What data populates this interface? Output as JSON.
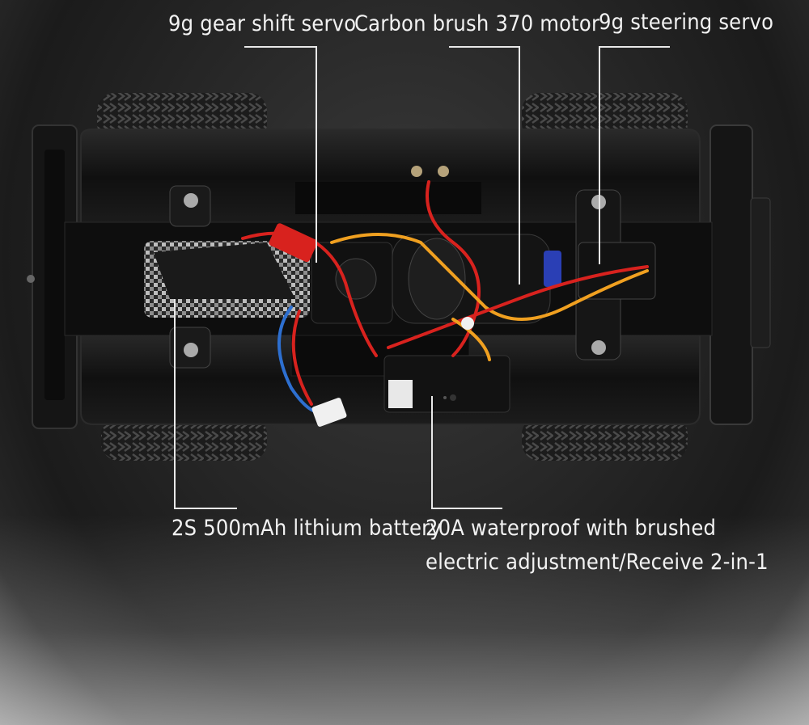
{
  "callouts": {
    "gear_servo": "9g gear shift servo",
    "motor": "Carbon brush 370 motor",
    "steering_servo": "9g steering servo",
    "battery": "2S 500mAh lithium battery",
    "esc_line1": "20A waterproof with brushed",
    "esc_line2": "electric adjustment/Receive 2-in-1"
  },
  "colors": {
    "chassis": "#111111",
    "wire_red": "#d8221e",
    "wire_orange": "#f0a020",
    "wire_blue": "#2d6fd0",
    "label_text": "#f2f2f2"
  }
}
